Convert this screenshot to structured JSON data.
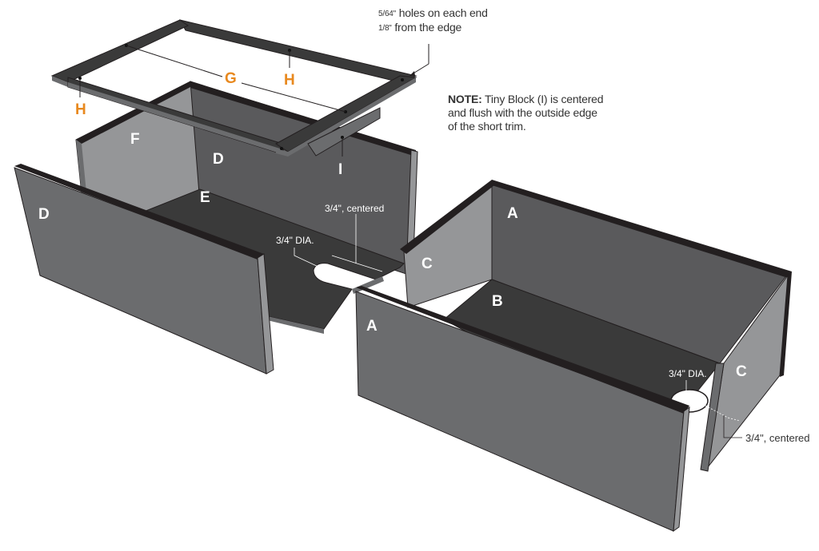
{
  "diagram": {
    "type": "exploded assembly diagram",
    "colors": {
      "panel_dark": "#3a3a3a",
      "panel_mid": "#5a5a5c",
      "panel_front": "#6b6c6e",
      "panel_light": "#959698",
      "edge": "#231f20",
      "accent_label": "#e8891f",
      "annotation_text": "#333333",
      "background": "#ffffff"
    },
    "trim_callout": {
      "line1_fraction": "5/64\"",
      "line1_rest": " holes on each end",
      "line2_fraction": "1/8\"",
      "line2_rest": " from the edge"
    },
    "note": {
      "bold": "NOTE:",
      "line1": " Tiny Block (I) is centered",
      "line2": "and flush with the outside edge",
      "line3": "of the short trim."
    },
    "labels": {
      "trim_G": "G",
      "trim_H_left": "H",
      "trim_H_right": "H",
      "block_I": "I",
      "left_box_F": "F",
      "left_box_D_back": "D",
      "left_box_E": "E",
      "left_front_D": "D",
      "right_box_A_back": "A",
      "right_box_C_left": "C",
      "right_box_B": "B",
      "right_front_A": "A",
      "right_box_C_right": "C"
    },
    "dimensions": {
      "left_notch_centered": "3/4\", centered",
      "left_notch_dia": "3/4\" DIA.",
      "right_hole_dia": "3/4\" DIA.",
      "right_hole_centered": "3/4\", centered"
    }
  }
}
